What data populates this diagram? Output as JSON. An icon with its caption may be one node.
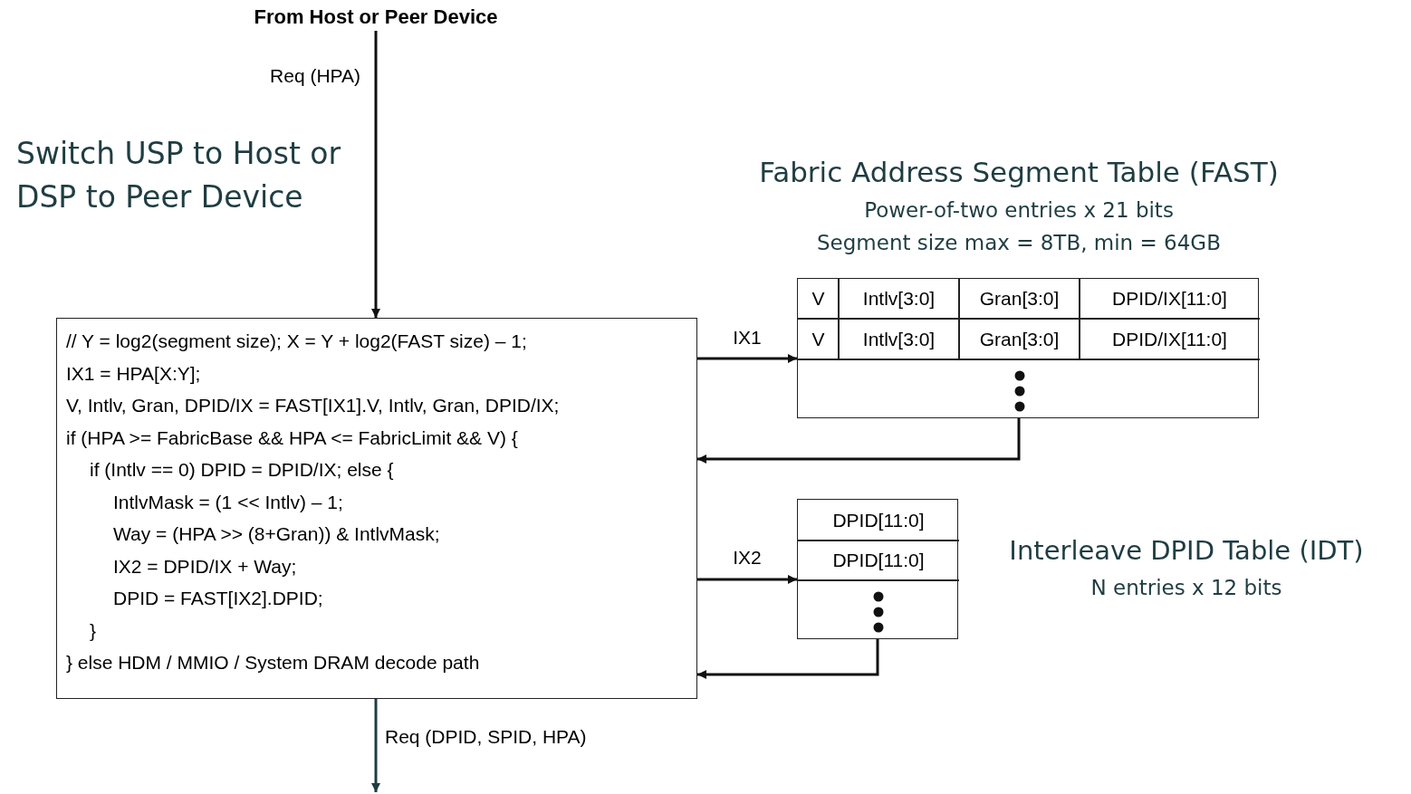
{
  "diagram": {
    "nodes": [
      {
        "text": [
          "From Host or Peer Device"
        ]
      },
      {
        "text": [
          "// Y = log2(segment size); X = Y + log2(FAST size) – 1;",
          "IX1 = HPA[X:Y];",
          "V, Intlv, Gran, DPID/IX = FAST[IX1].V, Intlv, Gran, DPID/IX;",
          "if (HPA >= FabricBase && HPA <= FabricLimit && V) {",
          "if (Intlv == 0) DPID = DPID/IX; else {",
          "IntlvMask = (1 << Intlv) – 1;",
          "Way = (HPA >> (8+Gran)) & IntlvMask;",
          "IX2 = DPID/IX + Way;",
          "DPID = FAST[IX2].DPID;",
          "}",
          "} else HDM / MMIO / System DRAM decode path"
        ]
      },
      {
        "text": [
          "V",
          "Intlv[3:0]",
          "Gran[3:0]",
          "DPID/IX[11:0]",
          "V",
          "Intlv[3:0]",
          "Gran[3:0]",
          "DPID/IX[11:0]"
        ],
        "beside": [
          "Fabric Address Segment Table (FAST)",
          "Power-of-two entries x 21 bits",
          "Segment size max = 8TB, min = 64GB"
        ]
      },
      {
        "text": [
          "DPID[11:0]",
          "DPID[11:0]"
        ],
        "beside": [
          "Interleave DPID Table (IDT)",
          "N entries x 12 bits"
        ]
      }
    ],
    "edges": [
      {
        "from": 0,
        "to": 1,
        "arrow": "to",
        "label": "Req (HPA)"
      },
      {
        "from": 1,
        "to": 2,
        "arrow": "to",
        "label": "IX1"
      },
      {
        "from": 2,
        "to": 1,
        "arrow": "to"
      },
      {
        "from": 1,
        "to": 3,
        "arrow": "to",
        "label": "IX2"
      },
      {
        "from": 3,
        "to": 1,
        "arrow": "to"
      },
      {
        "from": 1,
        "to": null,
        "arrow": "to",
        "label": "Req (DPID, SPID, HPA)",
        "color": "#1f3d42"
      }
    ],
    "labels": [
      "Switch USP to Host or DSP to Peer Device"
    ]
  }
}
